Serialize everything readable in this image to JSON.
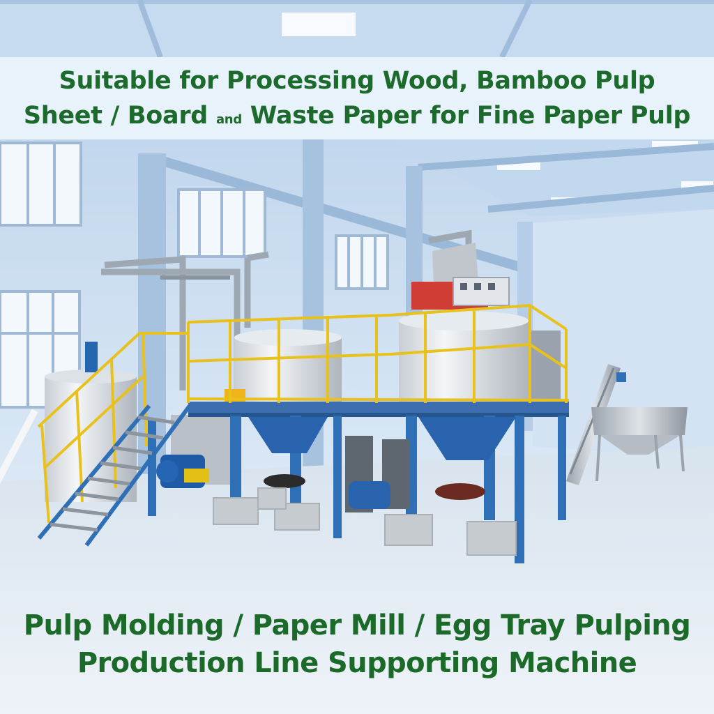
{
  "header": {
    "line1": "Suitable for Processing Wood, Bamboo Pulp",
    "line2_left": "Sheet / Board",
    "line2_and": "and",
    "line2_right": "Waste Paper for Fine Paper Pulp"
  },
  "footer": {
    "line1": "Pulp Molding / Paper Mill / Egg Tray Pulping",
    "line2": "Production Line Supporting Machine"
  },
  "colors": {
    "headline_green": "#1d6b2c",
    "steel_blue": "#2f6fb6",
    "railing_yellow": "#e8c21a",
    "wall_blue": "#cfe0f1"
  }
}
